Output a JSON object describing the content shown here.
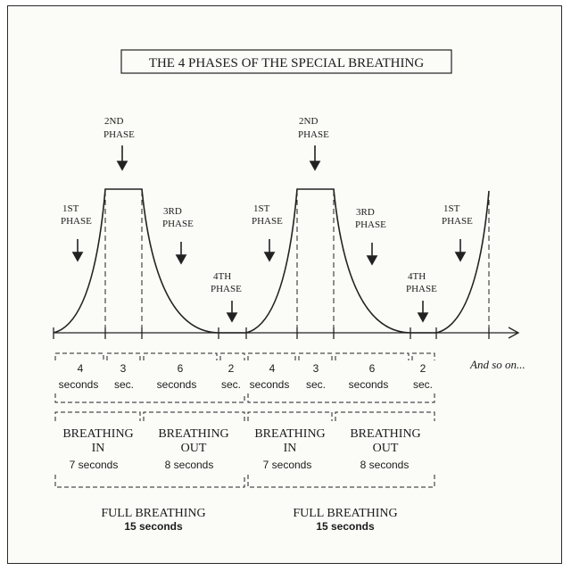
{
  "title": "THE 4 PHASES OF THE SPECIAL BREATHING",
  "phases": {
    "p1": [
      "1ST",
      "PHASE"
    ],
    "p2": [
      "2ND",
      "PHASE"
    ],
    "p3": [
      "3RD",
      "PHASE"
    ],
    "p4": [
      "4TH",
      "PHASE"
    ]
  },
  "durations": {
    "d1": [
      "4",
      "seconds"
    ],
    "d2": [
      "3",
      "sec."
    ],
    "d3": [
      "6",
      "seconds"
    ],
    "d4": [
      "2",
      "sec."
    ]
  },
  "groups": {
    "breathing_in": [
      "BREATHING",
      "IN"
    ],
    "breathing_in_time": "7 seconds",
    "breathing_out": [
      "BREATHING",
      "OUT"
    ],
    "breathing_out_time": "8 seconds"
  },
  "full": {
    "label": "FULL BREATHING",
    "time": "15 seconds"
  },
  "continuation": "And so on..."
}
